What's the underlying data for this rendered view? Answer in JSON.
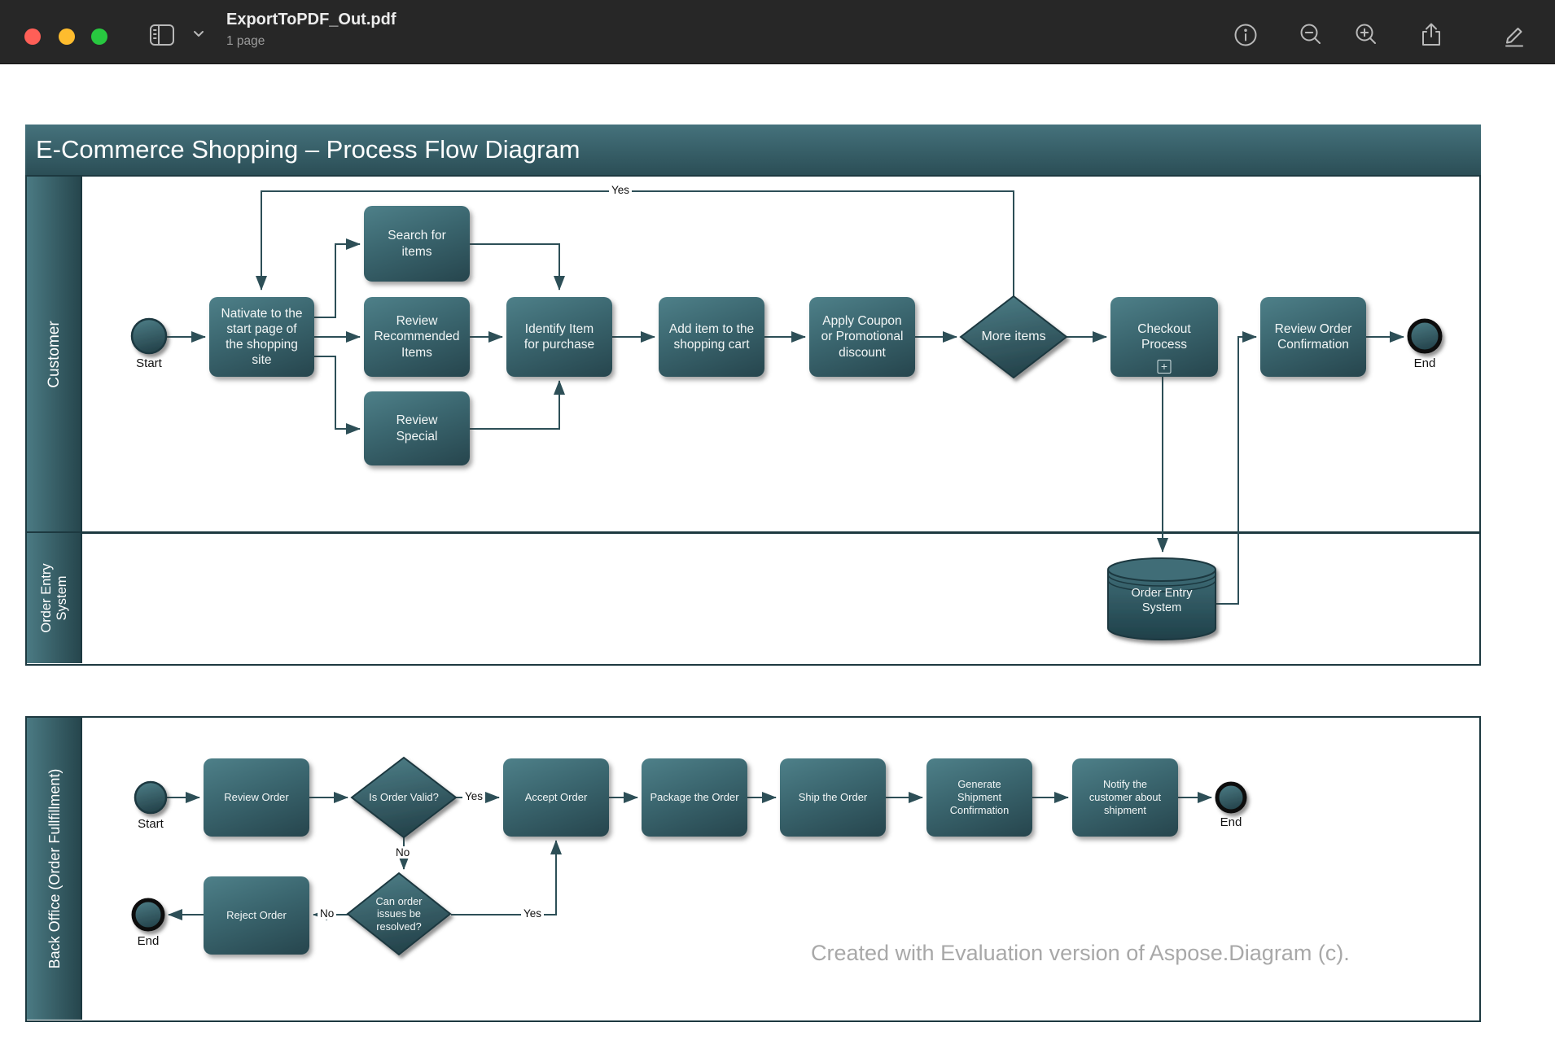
{
  "window": {
    "title": "ExportToPDF_Out.pdf",
    "page_count": "1 page",
    "toolbar_icon_names": [
      "sidebar-icon",
      "info-icon",
      "zoom-out-icon",
      "zoom-in-icon",
      "share-icon",
      "markup-icon"
    ]
  },
  "icons": {
    "subprocess_plus": "+"
  },
  "diagram": {
    "title": "E-Commerce Shopping – Process Flow Diagram",
    "lanes": {
      "customer": "Customer",
      "order_entry": "Order Entry\nSystem",
      "back_office": "Back Office (Order Fullfillment)"
    },
    "labels": {
      "start": "Start",
      "end": "End",
      "yes": "Yes",
      "no": "No"
    },
    "nodes": {
      "navigate": "Nativate to the\nstart page of\nthe shopping\nsite",
      "search": "Search for\nitems",
      "review_recommended": "Review\nRecommended\nItems",
      "review_special": "Review\nSpecial",
      "identify": "Identify Item\nfor purchase",
      "add_to_cart": "Add item to the\nshopping cart",
      "apply_coupon": "Apply Coupon\nor Promotional\ndiscount",
      "more_items": "More items",
      "checkout": "Checkout\nProcess",
      "review_confirmation": "Review Order\nConfirmation",
      "order_entry_db": "Order Entry\nSystem",
      "review_order": "Review Order",
      "is_order_valid": "Is Order Valid?",
      "accept_order": "Accept Order",
      "package_order": "Package the Order",
      "ship_order": "Ship the Order",
      "generate_confirmation": "Generate\nShipment\nConfirmation",
      "notify_customer": "Notify the\ncustomer about\nshipment",
      "reject_order": "Reject Order",
      "can_resolve": "Can order\nissues be\nresolved?"
    },
    "watermark": "Created with Evaluation version of Aspose.Diagram (c).",
    "colors": {
      "shape_gradient_top": "#4e8089",
      "shape_gradient_bottom": "#26454d",
      "connector": "#2d4f57",
      "pool_border": "#1d3940"
    }
  }
}
